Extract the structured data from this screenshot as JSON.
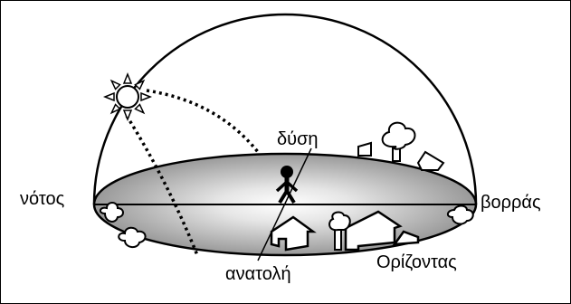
{
  "labels": {
    "south": "νότος",
    "north": "βορράς",
    "west": "δύση",
    "east": "ανατολή",
    "horizon": "Ορίζοντας"
  },
  "colors": {
    "line": "#000000",
    "disk_center": "#ffffff",
    "disk_edge": "#9a9a9a",
    "background": "#ffffff"
  },
  "icons": [
    "sun-icon",
    "person-icon",
    "tree-icon",
    "house-icon",
    "bush-icon"
  ]
}
